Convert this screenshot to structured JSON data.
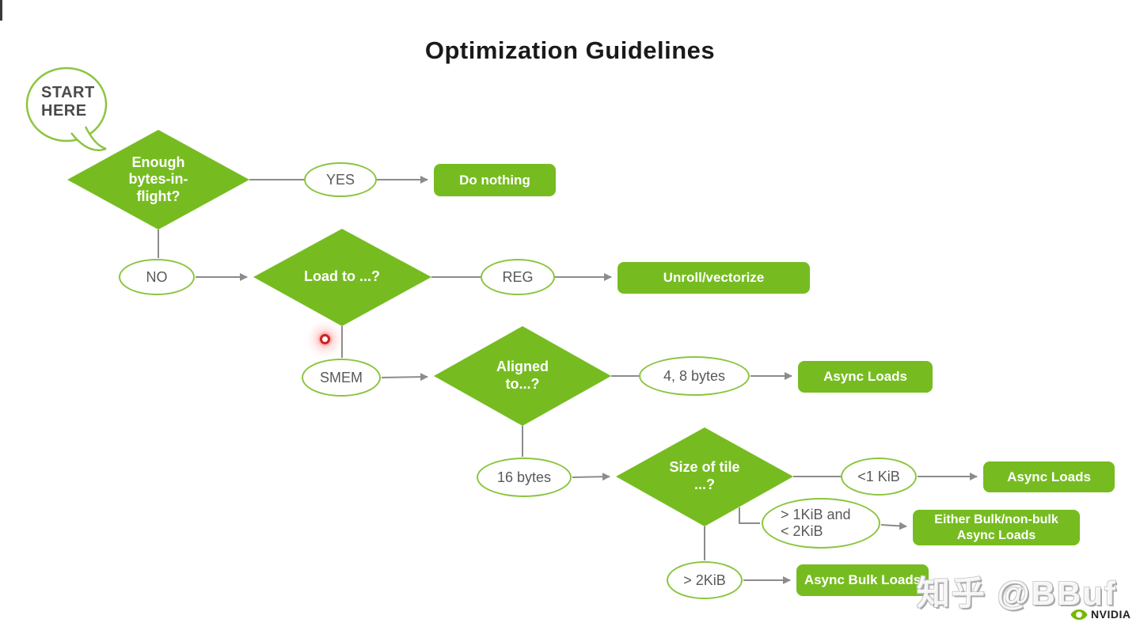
{
  "title": "Optimization Guidelines",
  "start": {
    "label": "START\nHERE"
  },
  "decisions": {
    "bytes_in_flight": {
      "label": "Enough\nbytes-in-\nflight?"
    },
    "load_to": {
      "label": "Load to ...?"
    },
    "aligned_to": {
      "label": "Aligned\nto...?"
    },
    "size_of_tile": {
      "label": "Size of tile\n...?"
    }
  },
  "branches": {
    "yes": {
      "label": "YES"
    },
    "no": {
      "label": "NO"
    },
    "reg": {
      "label": "REG"
    },
    "smem": {
      "label": "SMEM"
    },
    "bytes_4_8": {
      "label": "4, 8 bytes"
    },
    "bytes_16": {
      "label": "16 bytes"
    },
    "lt_1kib": {
      "label": "<1 KiB"
    },
    "kib_1_to_2": {
      "label": "> 1KiB and\n< 2KiB"
    },
    "gt_2kib": {
      "label": "> 2KiB"
    }
  },
  "actions": {
    "do_nothing": {
      "label": "Do nothing"
    },
    "unroll_vectorize": {
      "label": "Unroll/vectorize"
    },
    "async_loads_1": {
      "label": "Async Loads"
    },
    "async_loads_2": {
      "label": "Async Loads"
    },
    "either_bulk": {
      "label": "Either Bulk/non-bulk\nAsync Loads"
    },
    "async_bulk_loads": {
      "label": "Async Bulk Loads"
    }
  },
  "watermark": {
    "text": "知乎 @BBuf"
  },
  "logo": {
    "text": "NVIDIA"
  },
  "colors": {
    "nvidia_green": "#76bc21",
    "ellipse_border": "#8bc53f",
    "connector_gray": "#8c8c8c",
    "title_text": "#1a1a1a",
    "node_text": "#58595b",
    "laser_red": "#cc2222"
  }
}
